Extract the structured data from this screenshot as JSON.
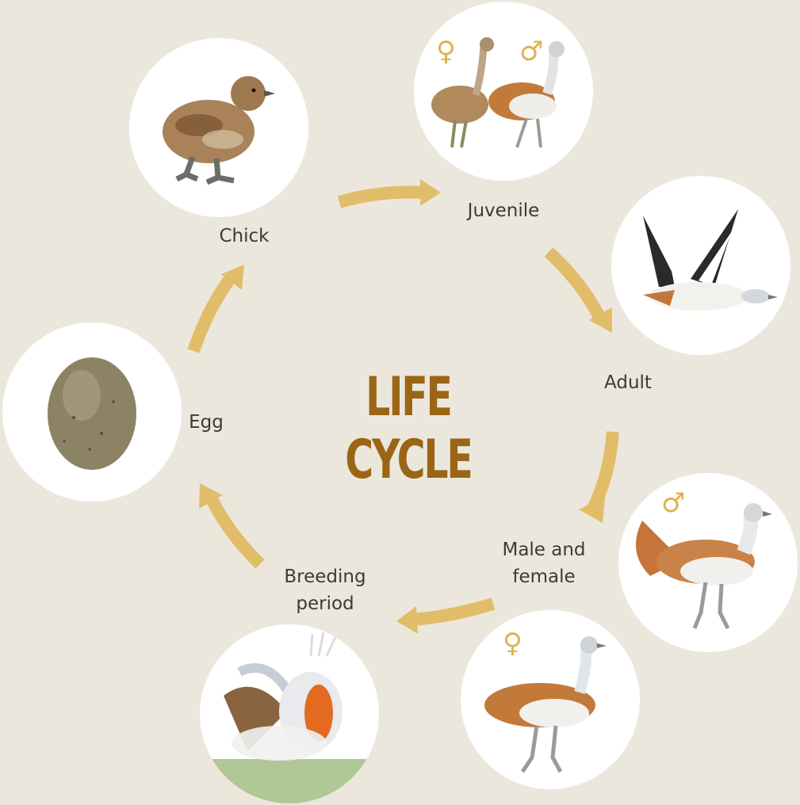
{
  "title": "LIFE CYCLE",
  "colors": {
    "background": "#ebe7dc",
    "arrow": "#e2bd69",
    "title": "#9a6514",
    "symbol": "#e0b24f",
    "label": "#3a3a3a"
  },
  "stages": {
    "chick": "Chick",
    "juvenile": "Juvenile",
    "adult": "Adult",
    "male_female_line1": "Male and",
    "male_female_line2": "female",
    "breeding_line1": "Breeding",
    "breeding_line2": "period",
    "egg": "Egg"
  },
  "symbols": {
    "female": "♀",
    "male": "♂"
  }
}
